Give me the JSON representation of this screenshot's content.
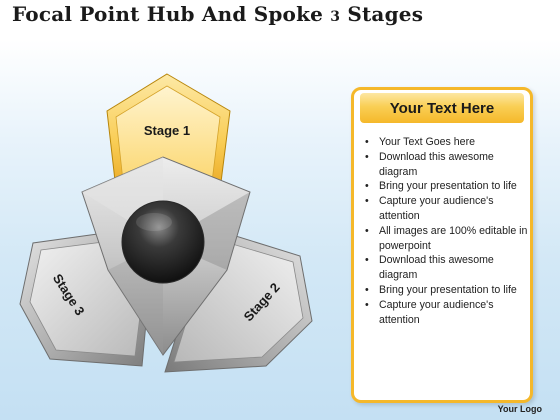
{
  "title": {
    "main": "Focal Point Hub And Spoke ",
    "number": "3",
    "rest": " Stages"
  },
  "stages": [
    {
      "label": "Stage 1",
      "color": "#f7c74a"
    },
    {
      "label": "Stage 2",
      "color": "#9a9a9a"
    },
    {
      "label": "Stage 3",
      "color": "#9a9a9a"
    }
  ],
  "panel": {
    "header": "Your Text Here",
    "accent_color": "#f5b82a",
    "bullets": [
      "Your Text Goes here",
      "Download this awesome diagram",
      "Bring your presentation to life",
      "Capture your audience's attention",
      "All images are 100% editable in powerpoint",
      "Download this awesome diagram",
      "Bring your presentation to life",
      "Capture your audience's attention"
    ]
  },
  "logo": "Your Logo"
}
